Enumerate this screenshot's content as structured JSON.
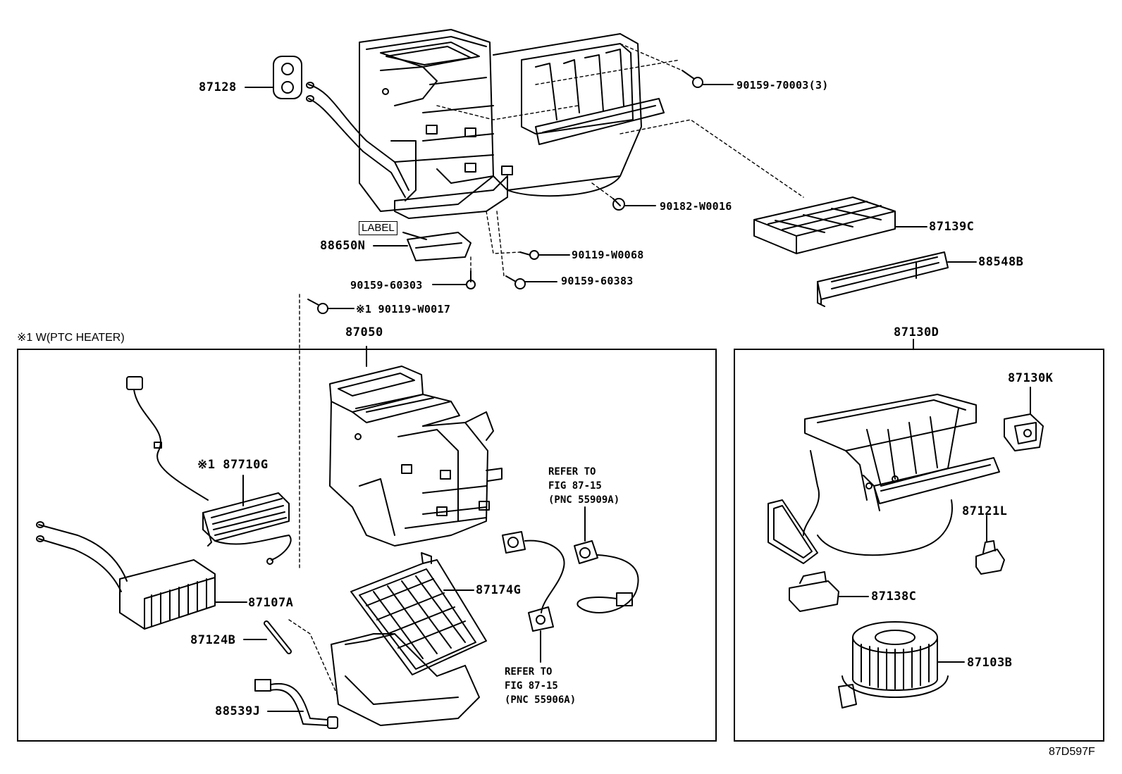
{
  "diagram": {
    "figure_code": "87D597F",
    "box_label": "LABEL",
    "variant_note": "※1  W(PTC HEATER)",
    "assemblies": {
      "main": "87050",
      "blower": "87130D"
    },
    "parts": {
      "p87128": "87128",
      "p90159_70003": "90159-70003(3)",
      "p90182_W0016": "90182-W0016",
      "p87139C": "87139C",
      "p88548B": "88548B",
      "p88650N": "88650N",
      "p90119_W0068": "90119-W0068",
      "p90159_60303": "90159-60303",
      "p90159_60383": "90159-60383",
      "p90119_W0017": "※1 90119-W0017",
      "p87710G": "※1 87710G",
      "p87107A": "87107A",
      "p87124B": "87124B",
      "p88539J": "88539J",
      "p87174G": "87174G",
      "p87130K": "87130K",
      "p87121L": "87121L",
      "p87138C": "87138C",
      "p87103B": "87103B"
    },
    "refs": {
      "ref1": "REFER TO\nFIG 87-15\n(PNC 55909A)",
      "ref2": "REFER TO\nFIG 87-15\n(PNC 55906A)"
    }
  }
}
